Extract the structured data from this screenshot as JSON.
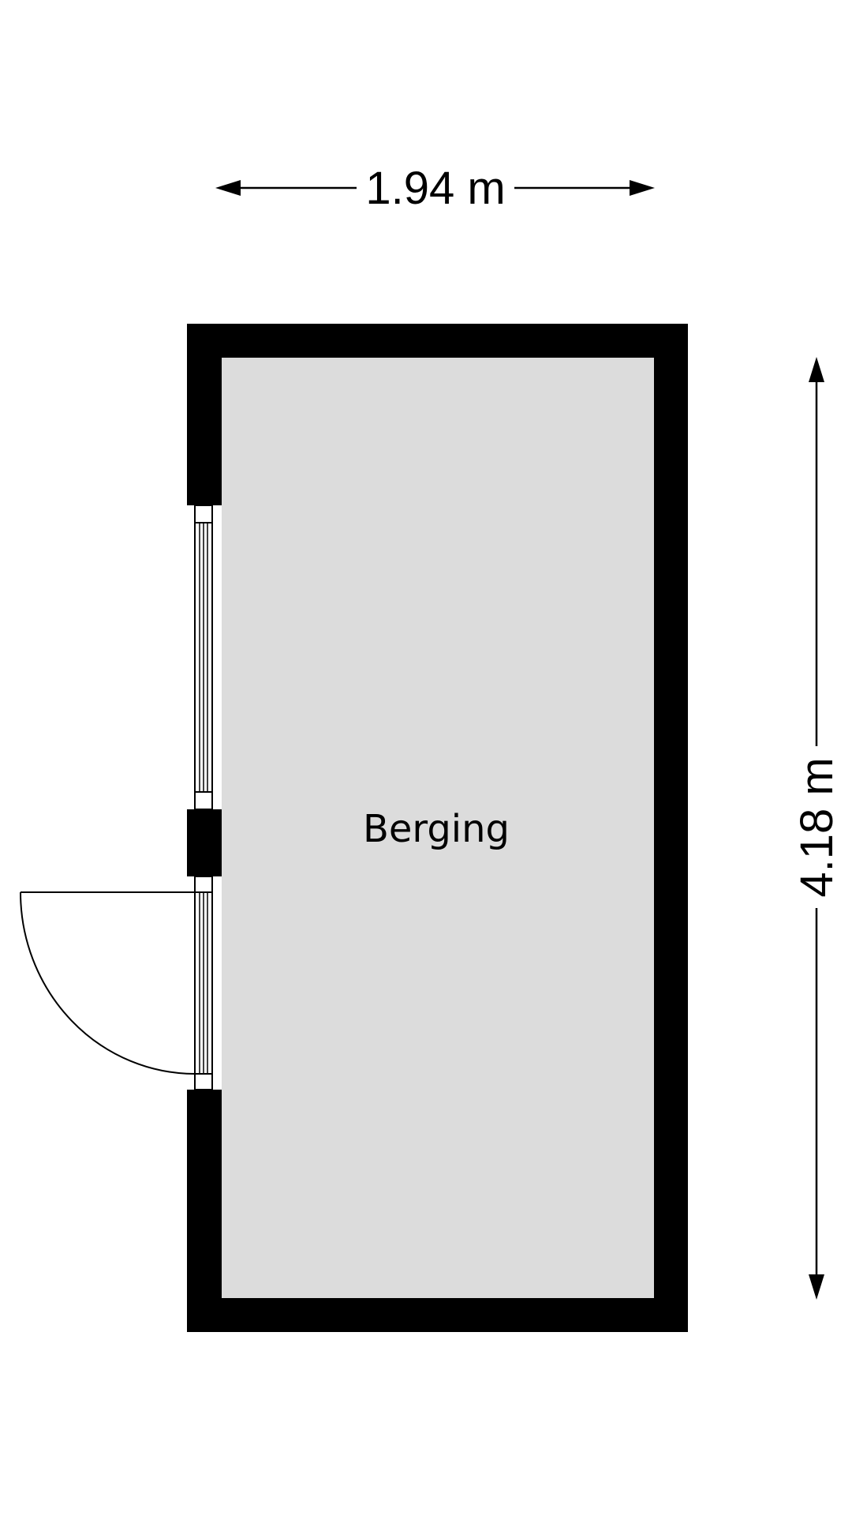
{
  "plan": {
    "room_label": "Berging",
    "width_label": "1.94 m",
    "height_label": "4.18 m"
  },
  "colors": {
    "wall": "#000000",
    "floor": "#dcdcdc",
    "background": "#ffffff",
    "line": "#000000"
  }
}
